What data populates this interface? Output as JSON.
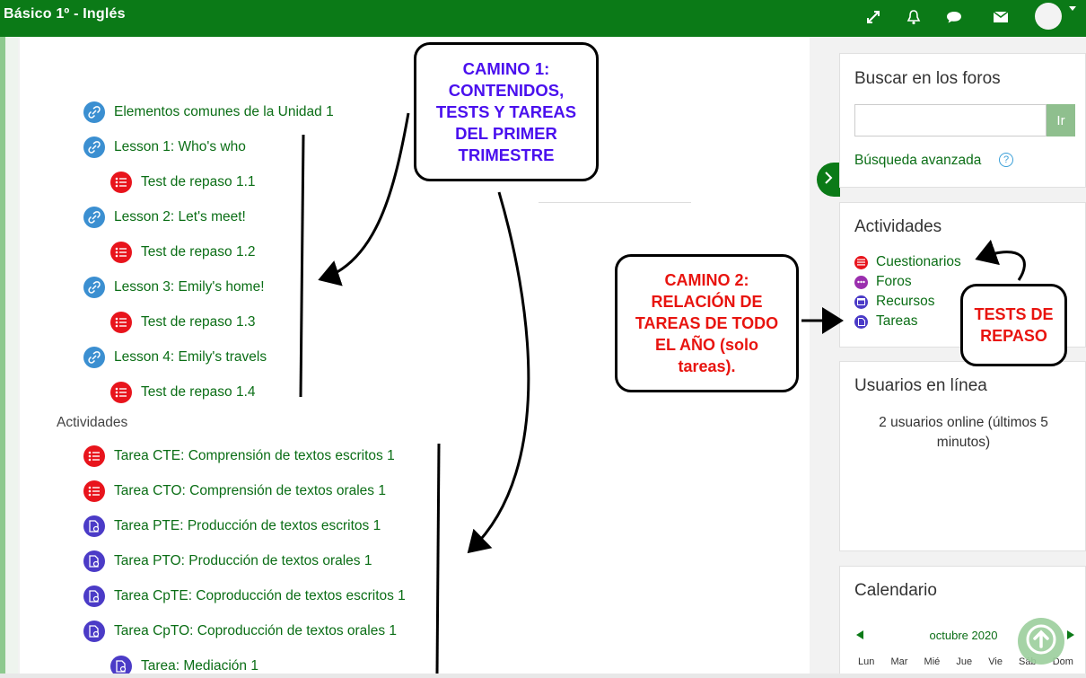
{
  "header": {
    "title": "Básico 1º - Inglés"
  },
  "course": {
    "items": [
      {
        "label": "Elementos comunes de la Unidad 1",
        "type": "url"
      },
      {
        "label": "Lesson 1: Who's who",
        "type": "url"
      },
      {
        "label": "Test de repaso 1.1",
        "type": "quiz"
      },
      {
        "label": "Lesson 2: Let's meet!",
        "type": "url"
      },
      {
        "label": "Test de repaso 1.2",
        "type": "quiz"
      },
      {
        "label": "Lesson 3: Emily's home!",
        "type": "url"
      },
      {
        "label": "Test de repaso 1.3",
        "type": "quiz"
      },
      {
        "label": "Lesson 4: Emily's travels",
        "type": "url"
      },
      {
        "label": "Test de repaso 1.4",
        "type": "quiz"
      }
    ],
    "section_label": "Actividades",
    "activities": [
      {
        "label": "Tarea CTE: Comprensión de textos escritos 1",
        "type": "quiz"
      },
      {
        "label": "Tarea CTO: Comprensión de textos orales 1",
        "type": "quiz"
      },
      {
        "label": "Tarea PTE: Producción de textos escritos 1",
        "type": "assign"
      },
      {
        "label": "Tarea PTO: Producción de textos orales 1",
        "type": "assign"
      },
      {
        "label": "Tarea CpTE: Coproducción de textos escritos 1",
        "type": "assign"
      },
      {
        "label": "Tarea CpTO: Coproducción de textos orales 1",
        "type": "assign"
      },
      {
        "label": "Tarea: Mediación 1",
        "type": "assign"
      }
    ]
  },
  "callouts": {
    "c1": [
      "CAMINO 1:",
      "CONTENIDOS,",
      "TESTS Y TAREAS",
      "DEL PRIMER",
      "TRIMESTRE"
    ],
    "c2": [
      "CAMINO 2:",
      "RELACIÓN DE",
      "TAREAS DE TODO",
      "EL AÑO (solo",
      "tareas)."
    ],
    "c3": [
      "TESTS DE",
      "REPASO"
    ]
  },
  "blocks": {
    "search": {
      "title": "Buscar en los foros",
      "button": "Ir",
      "advanced": "Búsqueda avanzada"
    },
    "activities": {
      "title": "Actividades",
      "items": [
        {
          "label": "Cuestionarios",
          "color": "#e8141c"
        },
        {
          "label": "Foros",
          "color": "#9b2fae"
        },
        {
          "label": "Recursos",
          "color": "#4b3bc7"
        },
        {
          "label": "Tareas",
          "color": "#4b3bc7"
        }
      ]
    },
    "online": {
      "title": "Usuarios en línea",
      "text": "2 usuarios online (últimos 5 minutos)"
    },
    "calendar": {
      "title": "Calendario",
      "month": "octubre 2020",
      "days": [
        "Lun",
        "Mar",
        "Mié",
        "Jue",
        "Vie",
        "Sáb",
        "Dom"
      ]
    }
  },
  "colors": {
    "brand": "#0b7a17",
    "link": "#0b6e16",
    "url_icon": "#3b8fd1",
    "quiz_icon": "#e8141c",
    "assign_icon": "#4b3bc7"
  }
}
